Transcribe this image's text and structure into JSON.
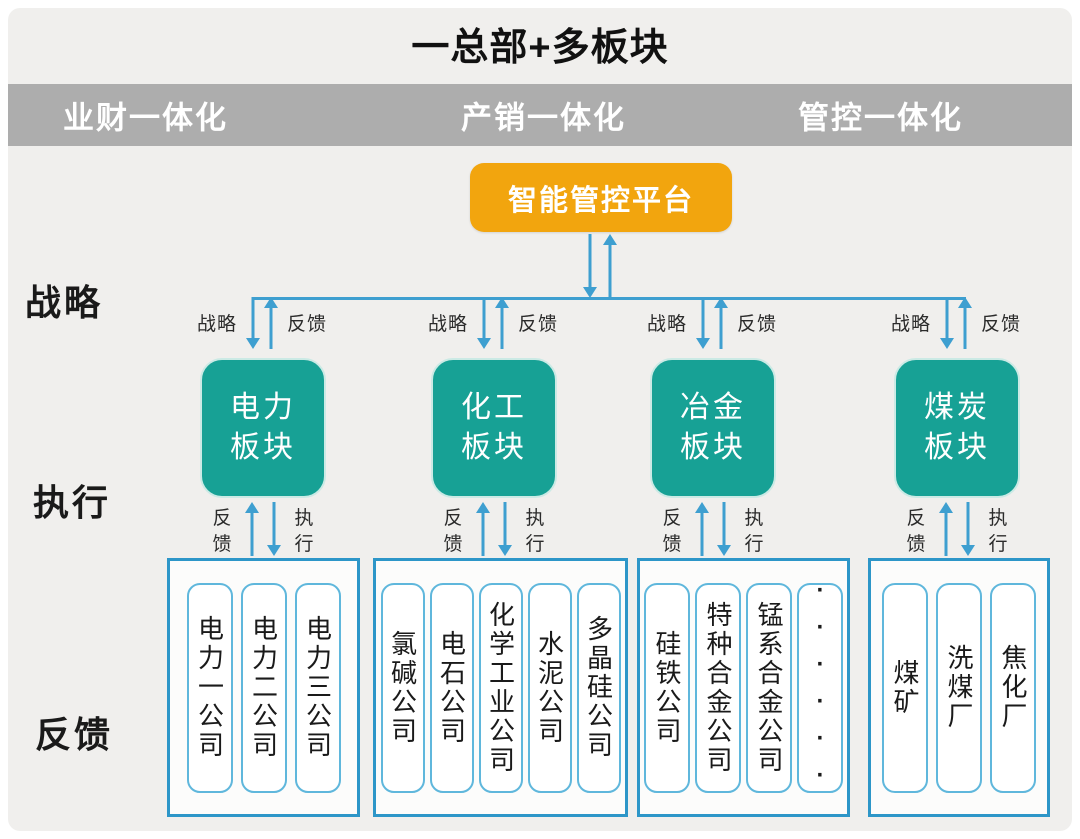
{
  "title": "一总部+多板块",
  "banner": {
    "items": [
      {
        "label": "业财一体化"
      },
      {
        "label": "产销一体化"
      },
      {
        "label": "管控一体化"
      }
    ]
  },
  "platform": {
    "label": "智能管控平台"
  },
  "row_labels": {
    "strategy": "战略",
    "execution": "执行",
    "feedback": "反馈"
  },
  "flow_labels": {
    "strategy": "战略",
    "feedback": "反馈",
    "execute": "执行"
  },
  "sectors": [
    {
      "name": "电力板块",
      "line1": "电力",
      "line2": "板块",
      "companies": [
        "电力一公司",
        "电力二公司",
        "电力三公司"
      ]
    },
    {
      "name": "化工板块",
      "line1": "化工",
      "line2": "板块",
      "companies": [
        "氯碱公司",
        "电石公司",
        "化学工业公司",
        "水泥公司",
        "多晶硅公司"
      ]
    },
    {
      "name": "冶金板块",
      "line1": "冶金",
      "line2": "板块",
      "companies": [
        "硅铁公司",
        "特种合金公司",
        "锰系合金公司",
        "······"
      ]
    },
    {
      "name": "煤炭板块",
      "line1": "煤炭",
      "line2": "板块",
      "companies": [
        "煤矿",
        "洗煤厂",
        "焦化厂"
      ]
    }
  ],
  "colors": {
    "background": "#F0EFED",
    "banner_gray": "#ADADAD",
    "platform_orange": "#F2A50E",
    "sector_teal": "#17A195",
    "arrow_blue": "#3E9FD0",
    "group_border_blue": "#2D96C8",
    "company_border_blue": "#5FB7DC",
    "text_black": "#1A1A1A",
    "text_white": "#FFFFFF"
  }
}
